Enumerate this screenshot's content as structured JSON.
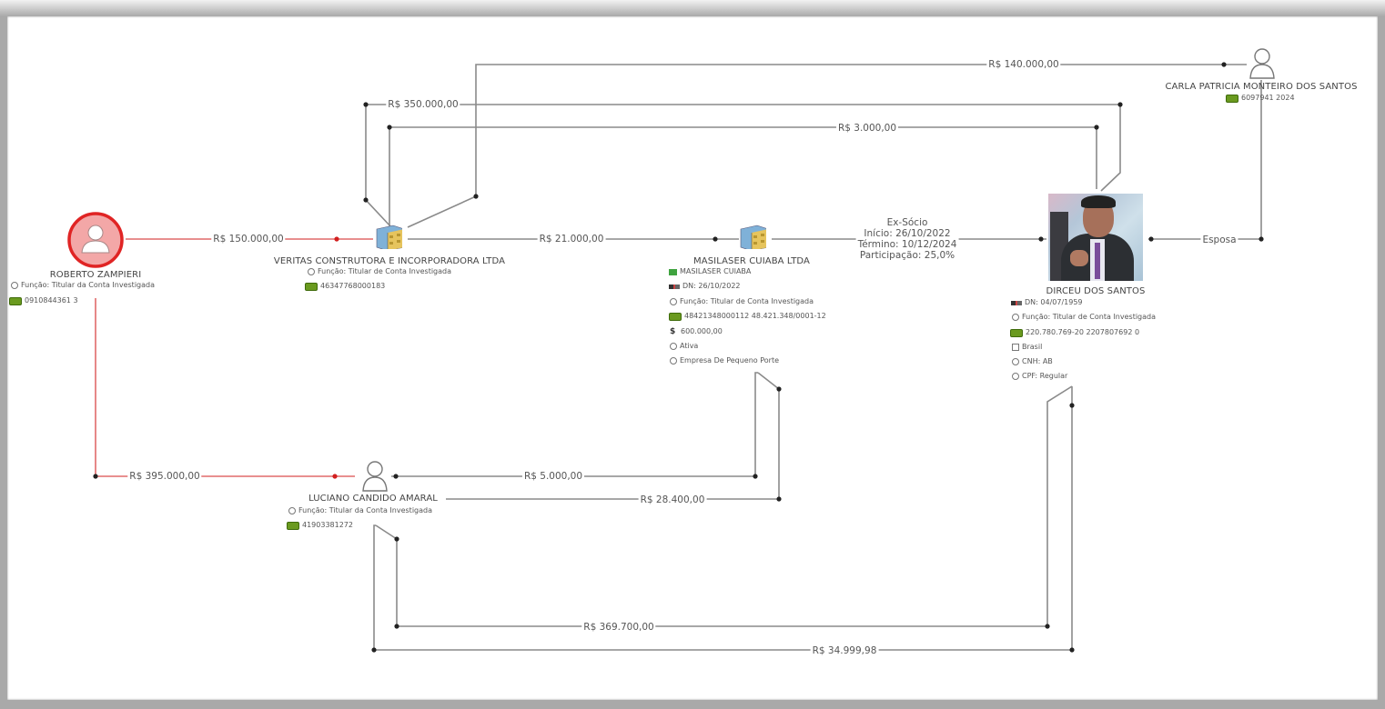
{
  "colors": {
    "edge": "#8a8a8a",
    "edge_highlight": "#e06a6a",
    "node_highlight": "#e02424",
    "card_icon": "#6a9a1f"
  },
  "nodes": {
    "roberto": {
      "name": "ROBERTO ZAMPIERI",
      "type": "person",
      "highlighted": true,
      "attributes": [
        {
          "icon": "circle-icon",
          "text": "Função: Titular da Conta Investigada"
        },
        {
          "icon": "card-icon",
          "text": "0910844361 3"
        }
      ]
    },
    "veritas": {
      "name": "VERITAS CONSTRUTORA E INCORPORADORA LTDA",
      "type": "company",
      "attributes": [
        {
          "icon": "circle-icon",
          "text": "Função: Titular de Conta Investigada"
        },
        {
          "icon": "card-icon",
          "text": "46347768000183"
        }
      ]
    },
    "masilaser": {
      "name": "MASILASER CUIABA LTDA",
      "type": "company",
      "attributes": [
        {
          "icon": "flag-icon",
          "text": "MASILASER CUIABA"
        },
        {
          "icon": "id-icon",
          "text": "DN: 26/10/2022"
        },
        {
          "icon": "circle-icon",
          "text": "Função: Titular de Conta Investigada"
        },
        {
          "icon": "card-icon",
          "text": "48421348000112 48.421.348/0001-12"
        },
        {
          "icon": "money-icon",
          "text": "600.000,00"
        },
        {
          "icon": "circle-icon",
          "text": "Ativa"
        },
        {
          "icon": "circle-icon",
          "text": "Empresa De Pequeno Porte"
        }
      ]
    },
    "dirceu": {
      "name": "DIRCEU DOS SANTOS",
      "type": "person-photo",
      "attributes": [
        {
          "icon": "id-icon",
          "text": "DN: 04/07/1959"
        },
        {
          "icon": "circle-icon",
          "text": "Função: Titular de Conta Investigada"
        },
        {
          "icon": "card-icon",
          "text": "220.780.769-20 2207807692 0"
        },
        {
          "icon": "square-icon",
          "text": "Brasil"
        },
        {
          "icon": "circle-icon",
          "text": "CNH: AB"
        },
        {
          "icon": "circle-icon",
          "text": "CPF: Regular"
        }
      ]
    },
    "carla": {
      "name": "CARLA PATRICIA MONTEIRO DOS SANTOS",
      "type": "person",
      "attributes": [
        {
          "icon": "card-icon",
          "text": "6097941 2024"
        }
      ]
    },
    "luciano": {
      "name": "LUCIANO CANDIDO AMARAL",
      "type": "person",
      "attributes": [
        {
          "icon": "circle-icon",
          "text": "Função: Titular da Conta Investigada"
        },
        {
          "icon": "card-icon",
          "text": "41903381272"
        }
      ]
    }
  },
  "edges": [
    {
      "id": "roberto-veritas",
      "label": "R$ 150.000,00",
      "highlighted": true
    },
    {
      "id": "roberto-luciano",
      "label": "R$ 395.000,00",
      "highlighted": true
    },
    {
      "id": "veritas-masilaser",
      "label": "R$ 21.000,00"
    },
    {
      "id": "veritas-dirceu-1",
      "label": "R$ 350.000,00"
    },
    {
      "id": "veritas-dirceu-2",
      "label": "R$ 3.000,00"
    },
    {
      "id": "veritas-carla",
      "label": "R$ 140.000,00"
    },
    {
      "id": "masilaser-dirceu",
      "label_lines": [
        "Ex-Sócio",
        "Início: 26/10/2022",
        "Término: 10/12/2024",
        "Participação: 25,0%"
      ]
    },
    {
      "id": "dirceu-carla",
      "label": "Esposa"
    },
    {
      "id": "masilaser-luciano-1",
      "label": "R$ 5.000,00"
    },
    {
      "id": "masilaser-luciano-2",
      "label": "R$ 28.400,00"
    },
    {
      "id": "luciano-dirceu-1",
      "label": "R$ 369.700,00"
    },
    {
      "id": "luciano-dirceu-2",
      "label": "R$ 34.999,98"
    }
  ]
}
